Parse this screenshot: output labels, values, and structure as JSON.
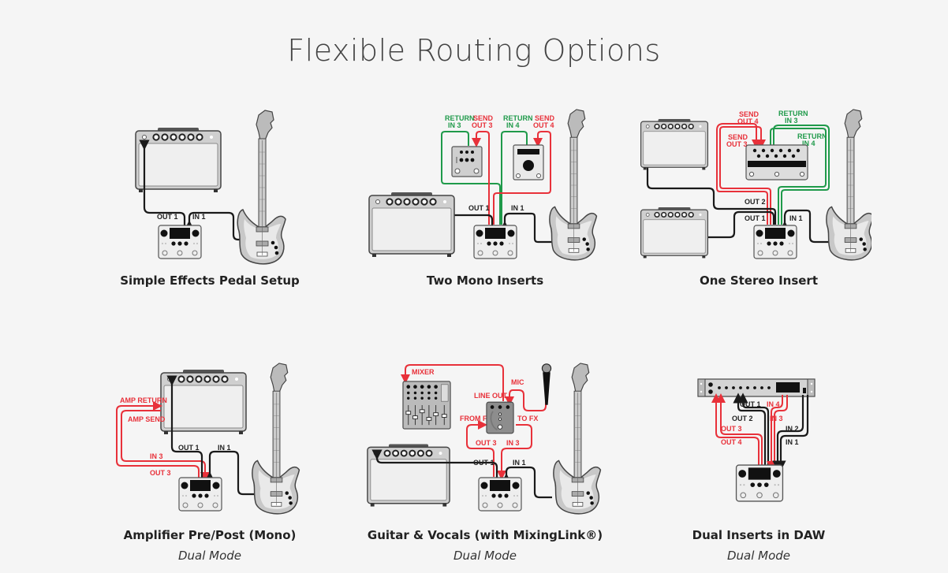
{
  "page": {
    "title": "Flexible Routing Options",
    "background": "#f5f5f5"
  },
  "colors": {
    "send_wire": "#e8313a",
    "return_wire": "#1f9a4a",
    "main_wire": "#1a1a1a"
  },
  "panels": [
    {
      "caption": "Simple Effects Pedal Setup",
      "subtitle": "",
      "labels": {
        "out1": "OUT 1",
        "in1": "IN 1"
      },
      "devices": [
        "amp-icon",
        "pedal-processor-icon",
        "guitar-icon"
      ]
    },
    {
      "caption": "Two Mono Inserts",
      "subtitle": "",
      "labels": {
        "return3a": "RETURN",
        "return3b": "IN 3",
        "send3a": "SEND",
        "send3b": "OUT 3",
        "return4a": "RETURN",
        "return4b": "IN 4",
        "send4a": "SEND",
        "send4b": "OUT 4",
        "out1": "OUT 1",
        "in1": "IN 1"
      },
      "devices": [
        "effect-pedal-icon",
        "effect-pedal-icon",
        "amp-icon",
        "pedal-processor-icon",
        "guitar-icon"
      ]
    },
    {
      "caption": "One Stereo Insert",
      "subtitle": "",
      "labels": {
        "send4a": "SEND",
        "send4b": "OUT 4",
        "send3a": "SEND",
        "send3b": "OUT 3",
        "return3a": "RETURN",
        "return3b": "IN 3",
        "return4a": "RETURN",
        "return4b": "IN 4",
        "out2": "OUT 2",
        "out1": "OUT 1",
        "in1": "IN 1"
      },
      "devices": [
        "amp-icon",
        "amp-icon",
        "stereo-effect-pedal-icon",
        "pedal-processor-icon",
        "guitar-icon"
      ]
    },
    {
      "caption": "Amplifier Pre/Post (Mono)",
      "subtitle": "Dual Mode",
      "labels": {
        "amp_return": "AMP RETURN",
        "amp_send": "AMP SEND",
        "in3": "IN 3",
        "out3": "OUT 3",
        "out1": "OUT 1",
        "in1": "IN 1"
      },
      "devices": [
        "amp-icon",
        "pedal-processor-icon",
        "guitar-icon"
      ]
    },
    {
      "caption": "Guitar & Vocals (with MixingLink®)",
      "subtitle": "Dual Mode",
      "labels": {
        "mixer": "MIXER",
        "mic": "MIC",
        "line_out": "LINE OUT",
        "from_fx": "FROM FX",
        "to_fx": "TO FX",
        "out3": "OUT 3",
        "in3": "IN 3",
        "out1": "OUT 1",
        "in1": "IN 1"
      },
      "devices": [
        "mixer-icon",
        "microphone-icon",
        "mixinglink-icon",
        "amp-icon",
        "pedal-processor-icon",
        "guitar-icon"
      ]
    },
    {
      "caption": "Dual Inserts in DAW",
      "subtitle": "Dual Mode",
      "labels": {
        "out1": "OUT 1",
        "out2": "OUT 2",
        "in4": "IN 4",
        "in3": "IN 3",
        "out3": "OUT 3",
        "out4": "OUT 4",
        "in2": "IN 2",
        "in1": "IN 1"
      },
      "devices": [
        "rack-interface-icon",
        "pedal-processor-icon"
      ]
    }
  ]
}
